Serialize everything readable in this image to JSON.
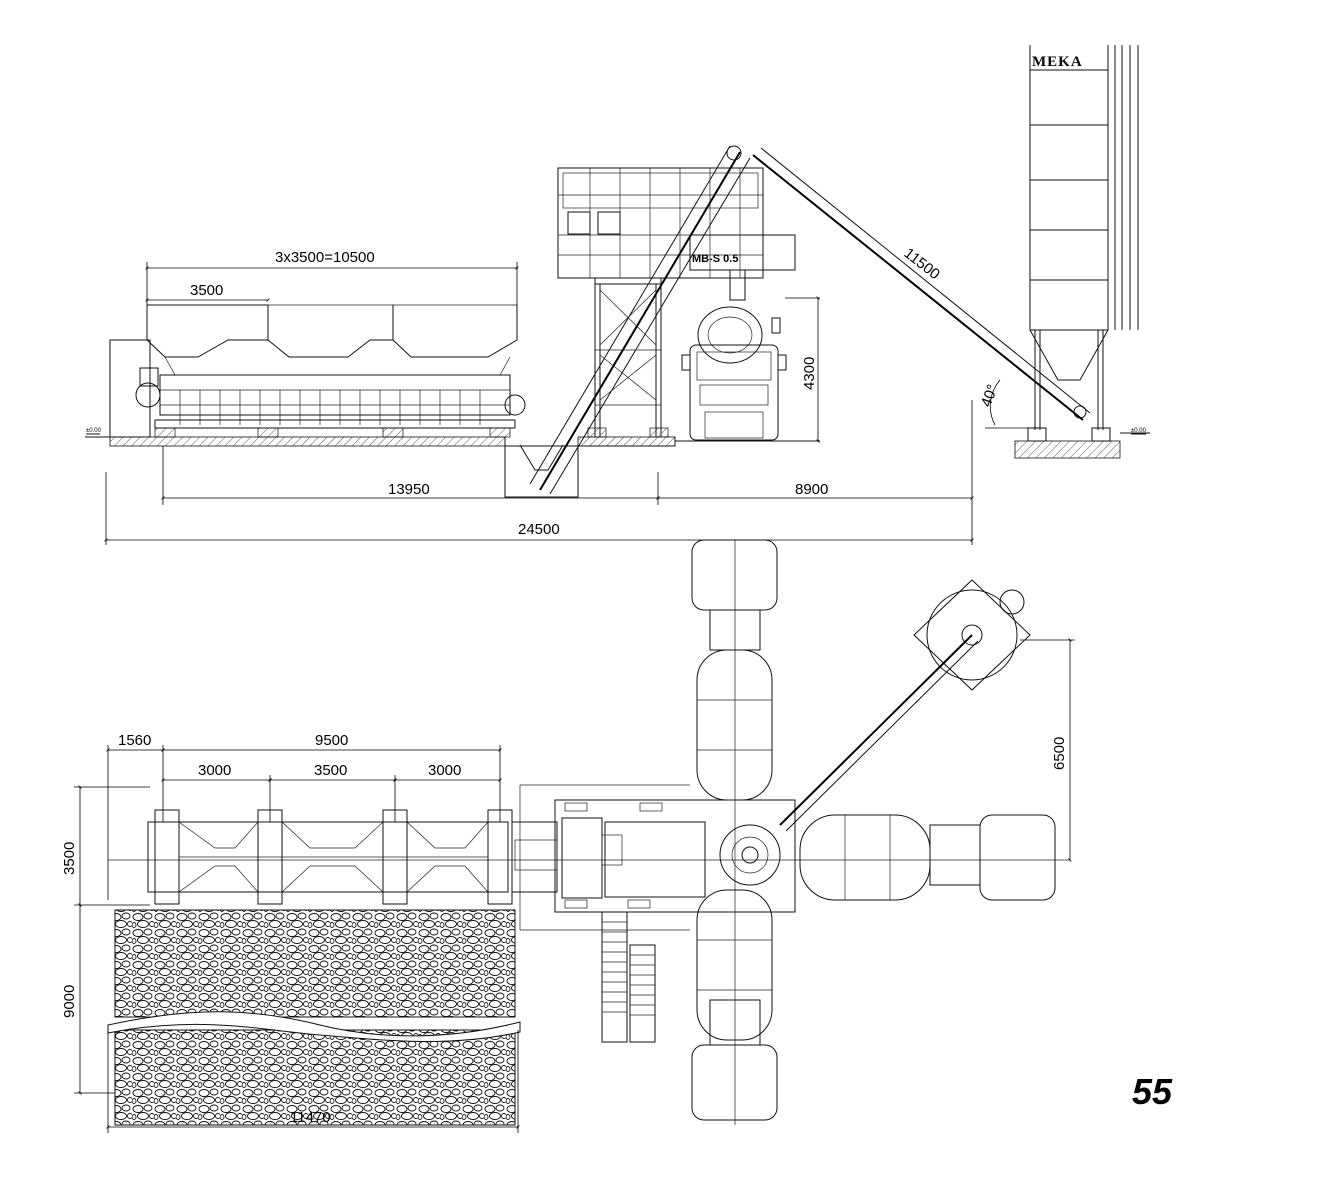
{
  "drawing": {
    "brand_label": "MEKA",
    "model_label": "MB-S 0.5",
    "level_mark": "±0.00",
    "page_number": "55",
    "side_view": {
      "dim_hoppers_total": "3x3500=10500",
      "dim_hopper_single": "3500",
      "dim_conveyor_length": "11500",
      "dim_conveyor_angle": "40°",
      "dim_loading_height": "4300",
      "dim_bins_to_pit": "13950",
      "dim_pit_to_silo": "8900",
      "dim_overall_length": "24500"
    },
    "plan_view": {
      "dim_ramp_offset": "1560",
      "dim_bins_length": "9500",
      "dim_bay_1": "3000",
      "dim_bay_2": "3500",
      "dim_bay_3": "3000",
      "dim_bin_width": "3500",
      "dim_stockpile_depth": "9000",
      "dim_stockpile_length": "11470",
      "dim_silo_offset": "6500"
    }
  },
  "colors": {
    "line": "#111111",
    "hatch": "#555555",
    "background": "#ffffff"
  }
}
